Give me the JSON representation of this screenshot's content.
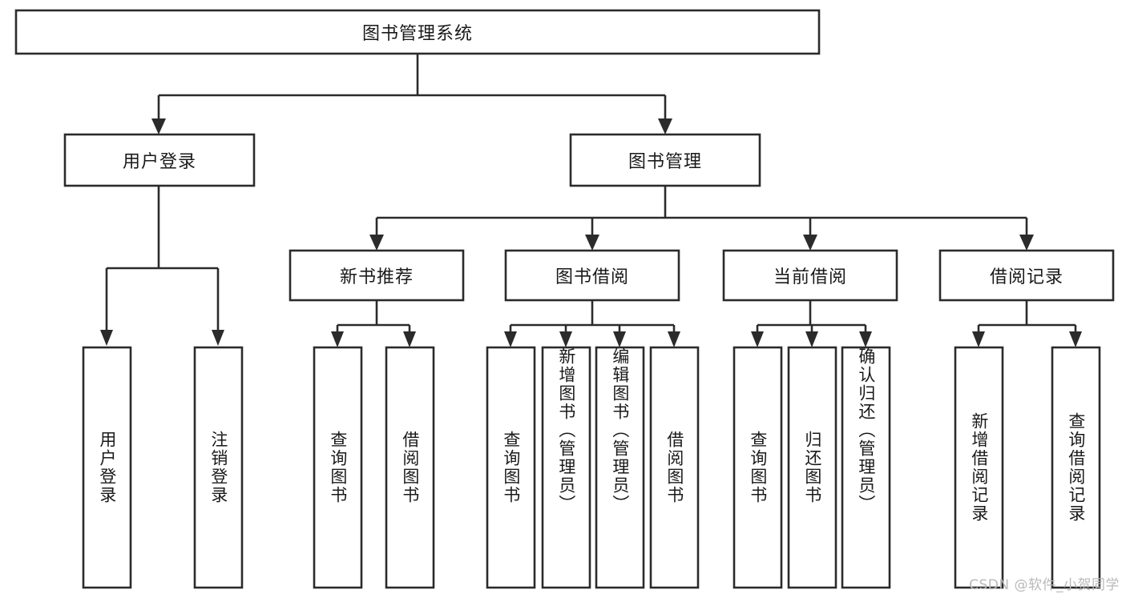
{
  "diagram": {
    "type": "hierarchy-tree",
    "title": "图书管理系统",
    "watermark": "CSDN @软件_小贺同学",
    "colors": {
      "box_stroke": "#2b2b2b",
      "box_fill": "#ffffff",
      "text": "#1a1a1a",
      "background": "#ffffff",
      "watermark": "#b9b9b9"
    },
    "levels": {
      "root": {
        "label": "图书管理系统"
      },
      "level2": [
        {
          "label": "用户登录"
        },
        {
          "label": "图书管理"
        }
      ],
      "level3": [
        {
          "label": "新书推荐"
        },
        {
          "label": "图书借阅"
        },
        {
          "label": "当前借阅"
        },
        {
          "label": "借阅记录"
        }
      ],
      "leaves_user_login": [
        {
          "label": "用户登录"
        },
        {
          "label": "注销登录"
        }
      ],
      "leaves_new_book": [
        {
          "label": "查询图书"
        },
        {
          "label": "借阅图书"
        }
      ],
      "leaves_borrow": [
        {
          "label": "查询图书"
        },
        {
          "label": "新增图书（管理员）"
        },
        {
          "label": "编辑图书（管理员）"
        },
        {
          "label": "借阅图书"
        }
      ],
      "leaves_current": [
        {
          "label": "查询图书"
        },
        {
          "label": "归还图书"
        },
        {
          "label": "确认归还（管理员）"
        }
      ],
      "leaves_record": [
        {
          "label": "新增借阅记录"
        },
        {
          "label": "查询借阅记录"
        }
      ]
    }
  }
}
